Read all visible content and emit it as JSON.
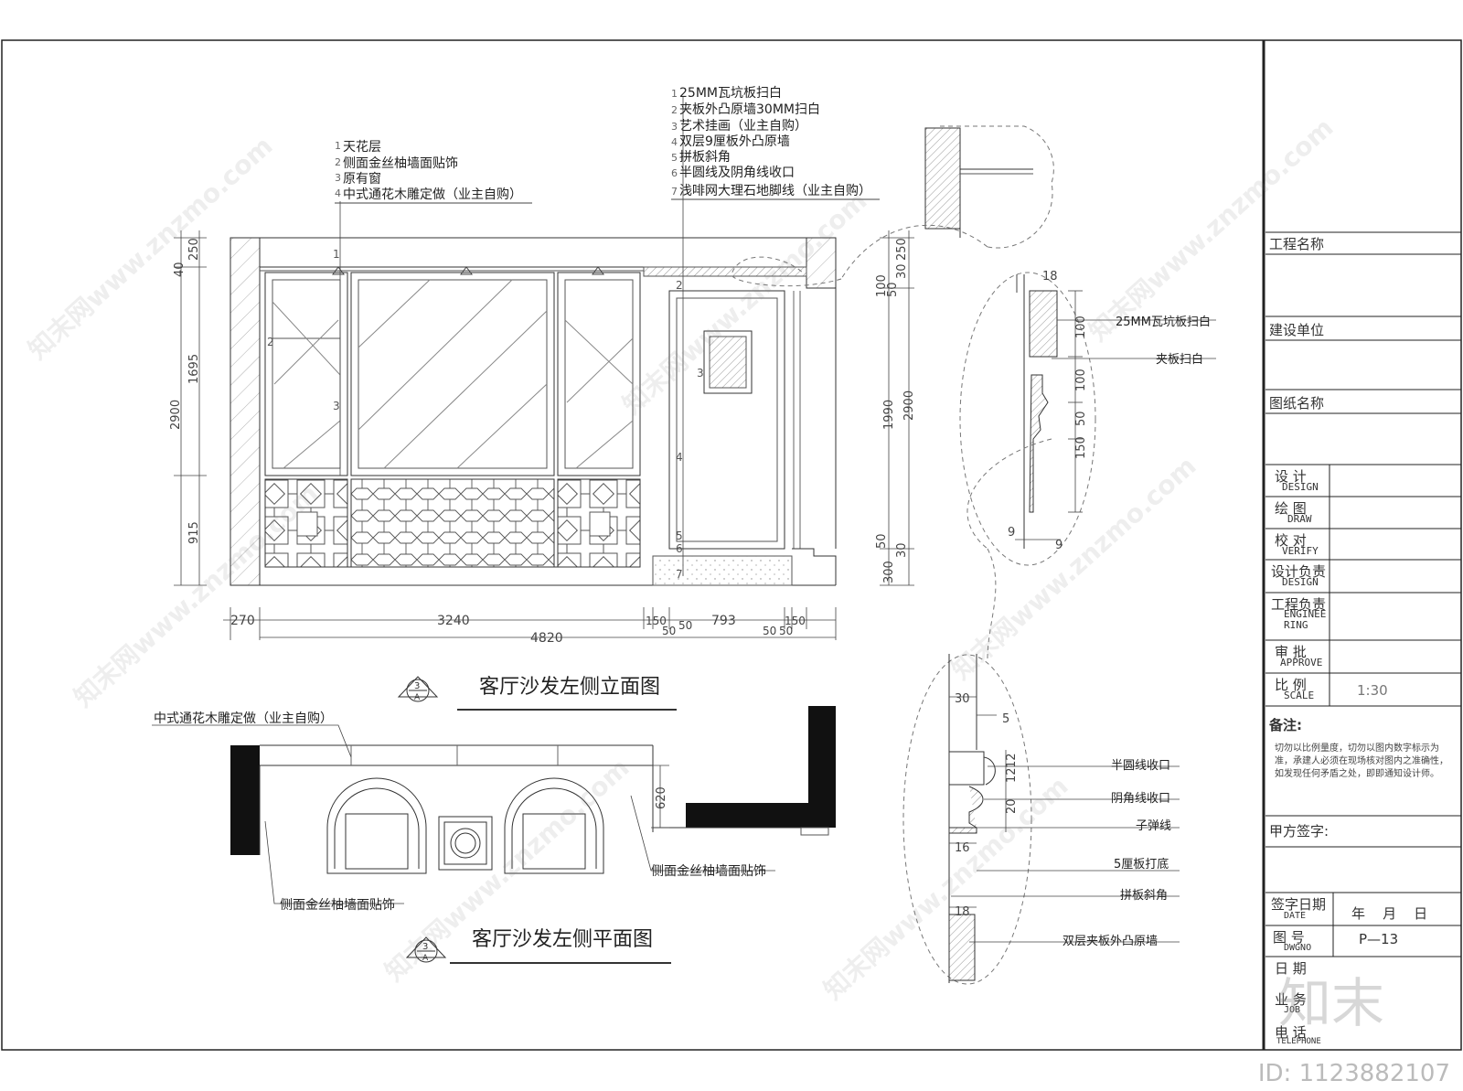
{
  "elevation": {
    "title": "客厅沙发左侧立面图",
    "symbol": {
      "num": "3",
      "sheet": "A"
    },
    "notes_left": [
      "天花层",
      "侧面金丝柚墙面贴饰",
      "原有窗",
      "中式通花木雕定做（业主自购）"
    ],
    "notes_right": [
      "25MM瓦坑板扫白",
      "夹板外凸原墙30MM扫白",
      "艺术挂画（业主自购）",
      "双层9厘板外凸原墙",
      "拼板斜角",
      "半圆线及阴角线收口",
      "浅啡网大理石地脚线（业主自购）"
    ],
    "dims_left": [
      "250",
      "40",
      "1695",
      "2900",
      "915"
    ],
    "dims_right": [
      "250",
      "30",
      "50",
      "100",
      "1990",
      "2900",
      "50",
      "30",
      "300"
    ],
    "dims_bottom": [
      "270",
      "3240",
      "150",
      "50",
      "50",
      "793",
      "50",
      "150",
      "50",
      "4820"
    ],
    "markers": [
      "1",
      "2",
      "3",
      "4",
      "5",
      "6",
      "7"
    ]
  },
  "plan": {
    "title": "客厅沙发左侧平面图",
    "symbol": {
      "num": "3",
      "sheet": "A"
    },
    "labels": [
      "中式通花木雕定做（业主自购）",
      "侧面金丝柚墙面贴饰",
      "侧面金丝柚墙面贴饰"
    ],
    "dim": "620"
  },
  "detail_upper": {
    "labels": [
      "25MM瓦坑板扫白",
      "夹板扫白"
    ],
    "dims": [
      "18",
      "100",
      "100",
      "50",
      "150",
      "9",
      "9"
    ]
  },
  "detail_lower": {
    "labels": [
      "半圆线收口",
      "阴角线收口",
      "子弹线",
      "5厘板打底",
      "拼板斜角",
      "双层夹板外凸原墙"
    ],
    "dims": [
      "30",
      "5",
      "12",
      "12",
      "20",
      "16",
      "18"
    ]
  },
  "title_block": {
    "project_name": "工程名称",
    "builder": "建设单位",
    "drawing_name": "图纸名称",
    "design_cn": "设  计",
    "design_en": "DESIGN",
    "draw_cn": "绘  图",
    "draw_en": "DRAW",
    "verify_cn": "校  对",
    "verify_en": "VERIFY",
    "design_lead_cn": "设计负责",
    "design_lead_en": "DESIGN",
    "eng_lead_cn": "工程负责",
    "eng_lead_en": "ENGINEE RING",
    "approve_cn": "审  批",
    "approve_en": "APPROVE",
    "scale_cn": "比  例",
    "scale_en": "SCALE",
    "scale_value": "1:30",
    "remarks_label": "备注:",
    "remarks_text": "切勿以比例量度，切勿以图内数字标示为准，承建人必须在现场核对图内之准确性，如发现任何矛盾之处，即即通知设计师。",
    "party_a_sign": "甲方签字:",
    "sign_date_cn": "签字日期",
    "sign_date_en": "DATE",
    "sign_date_value": "年    月    日",
    "dwg_no_cn": "图  号",
    "dwg_no_en": "DWGNO",
    "dwg_no_value": "P—13",
    "date_cn": "日  期",
    "job_cn": "业  务",
    "job_en": "JOB",
    "phone_cn": "电  话",
    "phone_en": "TELEPHONE"
  },
  "watermark": {
    "text": "知末网www.znzmo.com",
    "id": "ID: 1123882107",
    "logo": "知末"
  }
}
